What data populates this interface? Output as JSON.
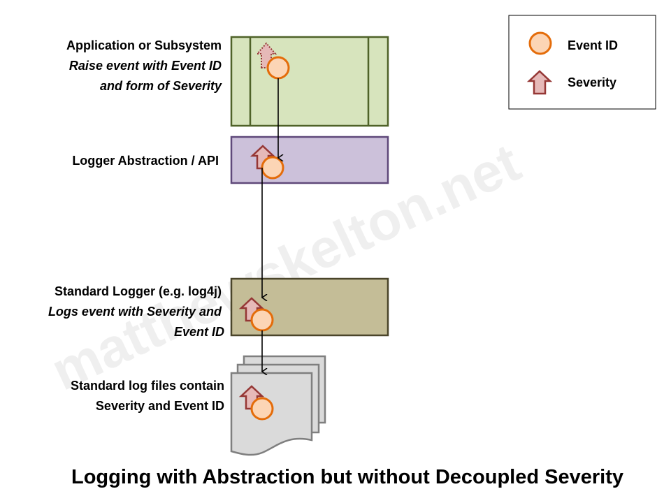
{
  "watermark": "matthewskelton.net",
  "legend": {
    "event_id": "Event ID",
    "severity": "Severity"
  },
  "layers": {
    "application": {
      "title": "Application or Subsystem",
      "line1": "Raise event with Event ID",
      "line2": "and form of Severity"
    },
    "abstraction": {
      "title": "Logger Abstraction / API"
    },
    "standard_logger": {
      "title": "Standard Logger (e.g. log4j)",
      "line1": "Logs event with Severity and",
      "line2": "Event ID"
    },
    "log_files": {
      "line1": "Standard log files contain",
      "line2": "Severity and Event ID"
    }
  },
  "title": "Logging with Abstraction but without Decoupled Severity",
  "colors": {
    "event": "#fcd5b5",
    "event_stroke": "#e46c0a",
    "severity": "#e6b9b8",
    "severity_stroke": "#953735"
  }
}
